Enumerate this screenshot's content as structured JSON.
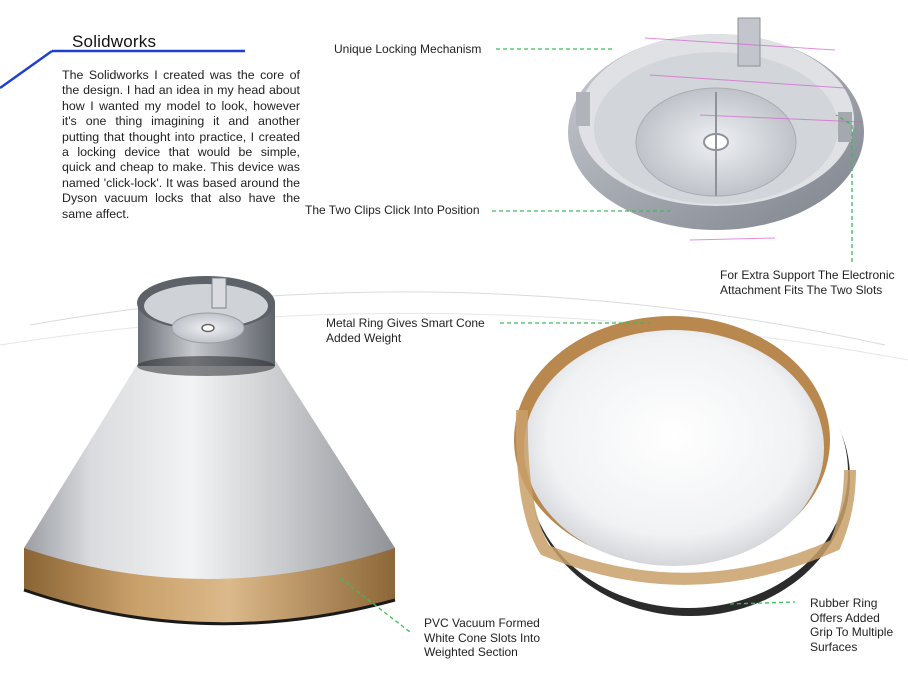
{
  "header": {
    "title": "Solidworks"
  },
  "intro": {
    "paragraph": "The Solidworks I created was the core of the design. I had an idea in my head about how I wanted my model to look, however it's one thing imagining it and another putting that thought into practice, I created a locking device that would be simple, quick and cheap to make. This device was named 'click-lock'. It was based around the Dyson vacuum locks that also have the same affect."
  },
  "annotations": {
    "locking": [
      "Unique Locking Mechanism"
    ],
    "clips": [
      "The Two Clips Click Into Position"
    ],
    "support": [
      "For Extra Support The Electronic",
      "Attachment Fits The Two Slots"
    ],
    "metal_ring": [
      "Metal Ring Gives Smart Cone",
      "Added Weight"
    ],
    "pvc": [
      "PVC Vacuum Formed",
      "White Cone Slots Into",
      "Weighted Section"
    ],
    "rubber": [
      "Rubber Ring",
      "Offers Added",
      "Grip To Multiple",
      "Surfaces"
    ]
  },
  "colors": {
    "accent_blue": "#1f3fd1",
    "leader_green": "#3dbb5a",
    "ring_tan": "#c9a06a",
    "model_grey": "#b8bcc4"
  }
}
